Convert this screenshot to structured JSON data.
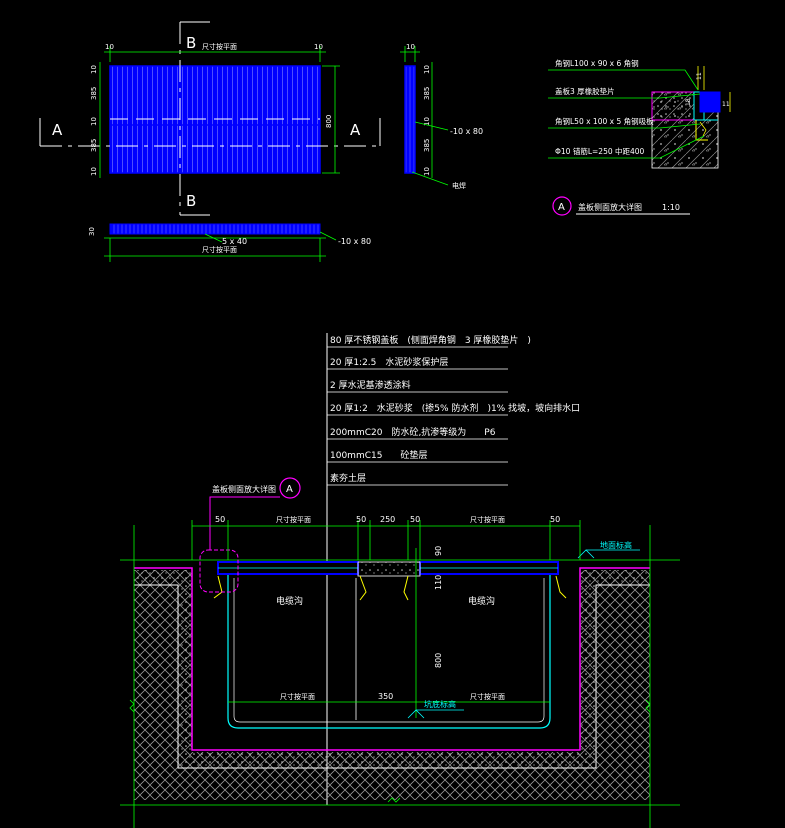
{
  "top_left": {
    "section_b_top": "B",
    "section_b_bottom": "B",
    "section_a_left": "A",
    "section_a_right": "A",
    "top_dim_left": "10",
    "top_dim_right": "10",
    "top_dim_label": "尺寸按平面",
    "left_dims": [
      "10",
      "385",
      "10",
      "385",
      "10"
    ],
    "right_dim": "800",
    "bottom_label_a": "5 x 40",
    "bottom_label_b": "-10 x 80",
    "bottom_dim_left": "30",
    "bottom_dim_label": "尺寸按平面"
  },
  "top_middle": {
    "top_dim": "10",
    "dims": [
      "10",
      "385",
      "10",
      "385",
      "10"
    ],
    "label_flat": "-10 x 80",
    "label_weld": "电焊"
  },
  "top_right": {
    "labels": [
      "角钢L100 x 90 x 6 角钢",
      "盖板3 厚橡胶垫片",
      "角钢L50 x 100 x 5 角钢吸板",
      "Φ10 锚筋L=250 中距400"
    ],
    "dim_small": "11",
    "dim_mid": "18",
    "detail_marker": "A",
    "detail_title": "盖板侧面放大详图",
    "detail_scale": "1:10"
  },
  "notes": [
    "80 厚不锈钢盖板　(侧面焊角钢　3 厚橡胶垫片　)",
    "20 厚1:2.5　水泥砂浆保护层",
    "2 厚水泥基渗透涂料",
    "20 厚1:2　水泥砂浆　(掺5% 防水剂　)1% 找坡，坡向排水口",
    "200mmC20　防水砼,抗渗等级为　　P6",
    "100mmC15　　砼垫层",
    "素夯土层"
  ],
  "section": {
    "callout_text": "盖板侧面放大详图",
    "callout_marker": "A",
    "dim_50_left": "50",
    "label_size_left": "尺寸按平面",
    "dim_50_mid1": "50",
    "dim_250": "250",
    "dim_50_mid2": "50",
    "label_size_right": "尺寸按平面",
    "dim_50_right": "50",
    "ground_label": "地面标高",
    "dim_90": "90",
    "dim_110": "110",
    "dim_800": "800",
    "trench_left": "电缆沟",
    "trench_right": "电缆沟",
    "bottom_size_left": "尺寸按平面",
    "bottom_dim_350": "350",
    "bottom_size_right": "尺寸按平面",
    "bottom_elev": "坑底标高"
  },
  "colors": {
    "cyan": "#00ffff",
    "blue": "#0000ff",
    "green": "#00ff00",
    "yellow": "#ffff00",
    "magenta": "#ff00ff",
    "white": "#ffffff"
  }
}
